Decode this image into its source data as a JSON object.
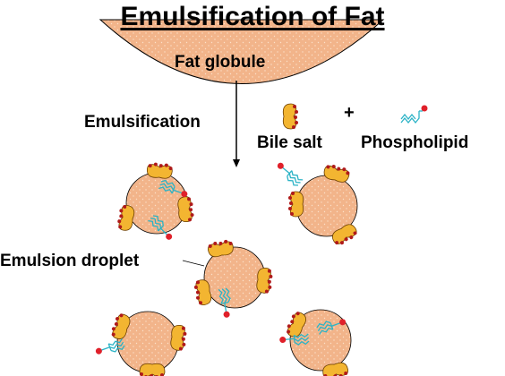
{
  "title": "Emulsification of Fat",
  "fat_globule_label": "Fat globule",
  "arrow_label": "Emulsification",
  "plus_sign": "+",
  "bile_salt_label": "Bile salt",
  "phospholipid_label": "Phospholipid",
  "emulsion_droplet_label": "Emulsion droplet",
  "colors": {
    "fat": "#f2b48a",
    "fat_dots": "#fbe0c8",
    "bile_salt": "#f3b531",
    "bile_salt_dots": "#b01a1a",
    "phospholipid_tail": "#2bb3c6",
    "phospholipid_head": "#e0202a",
    "outline": "#000000"
  }
}
